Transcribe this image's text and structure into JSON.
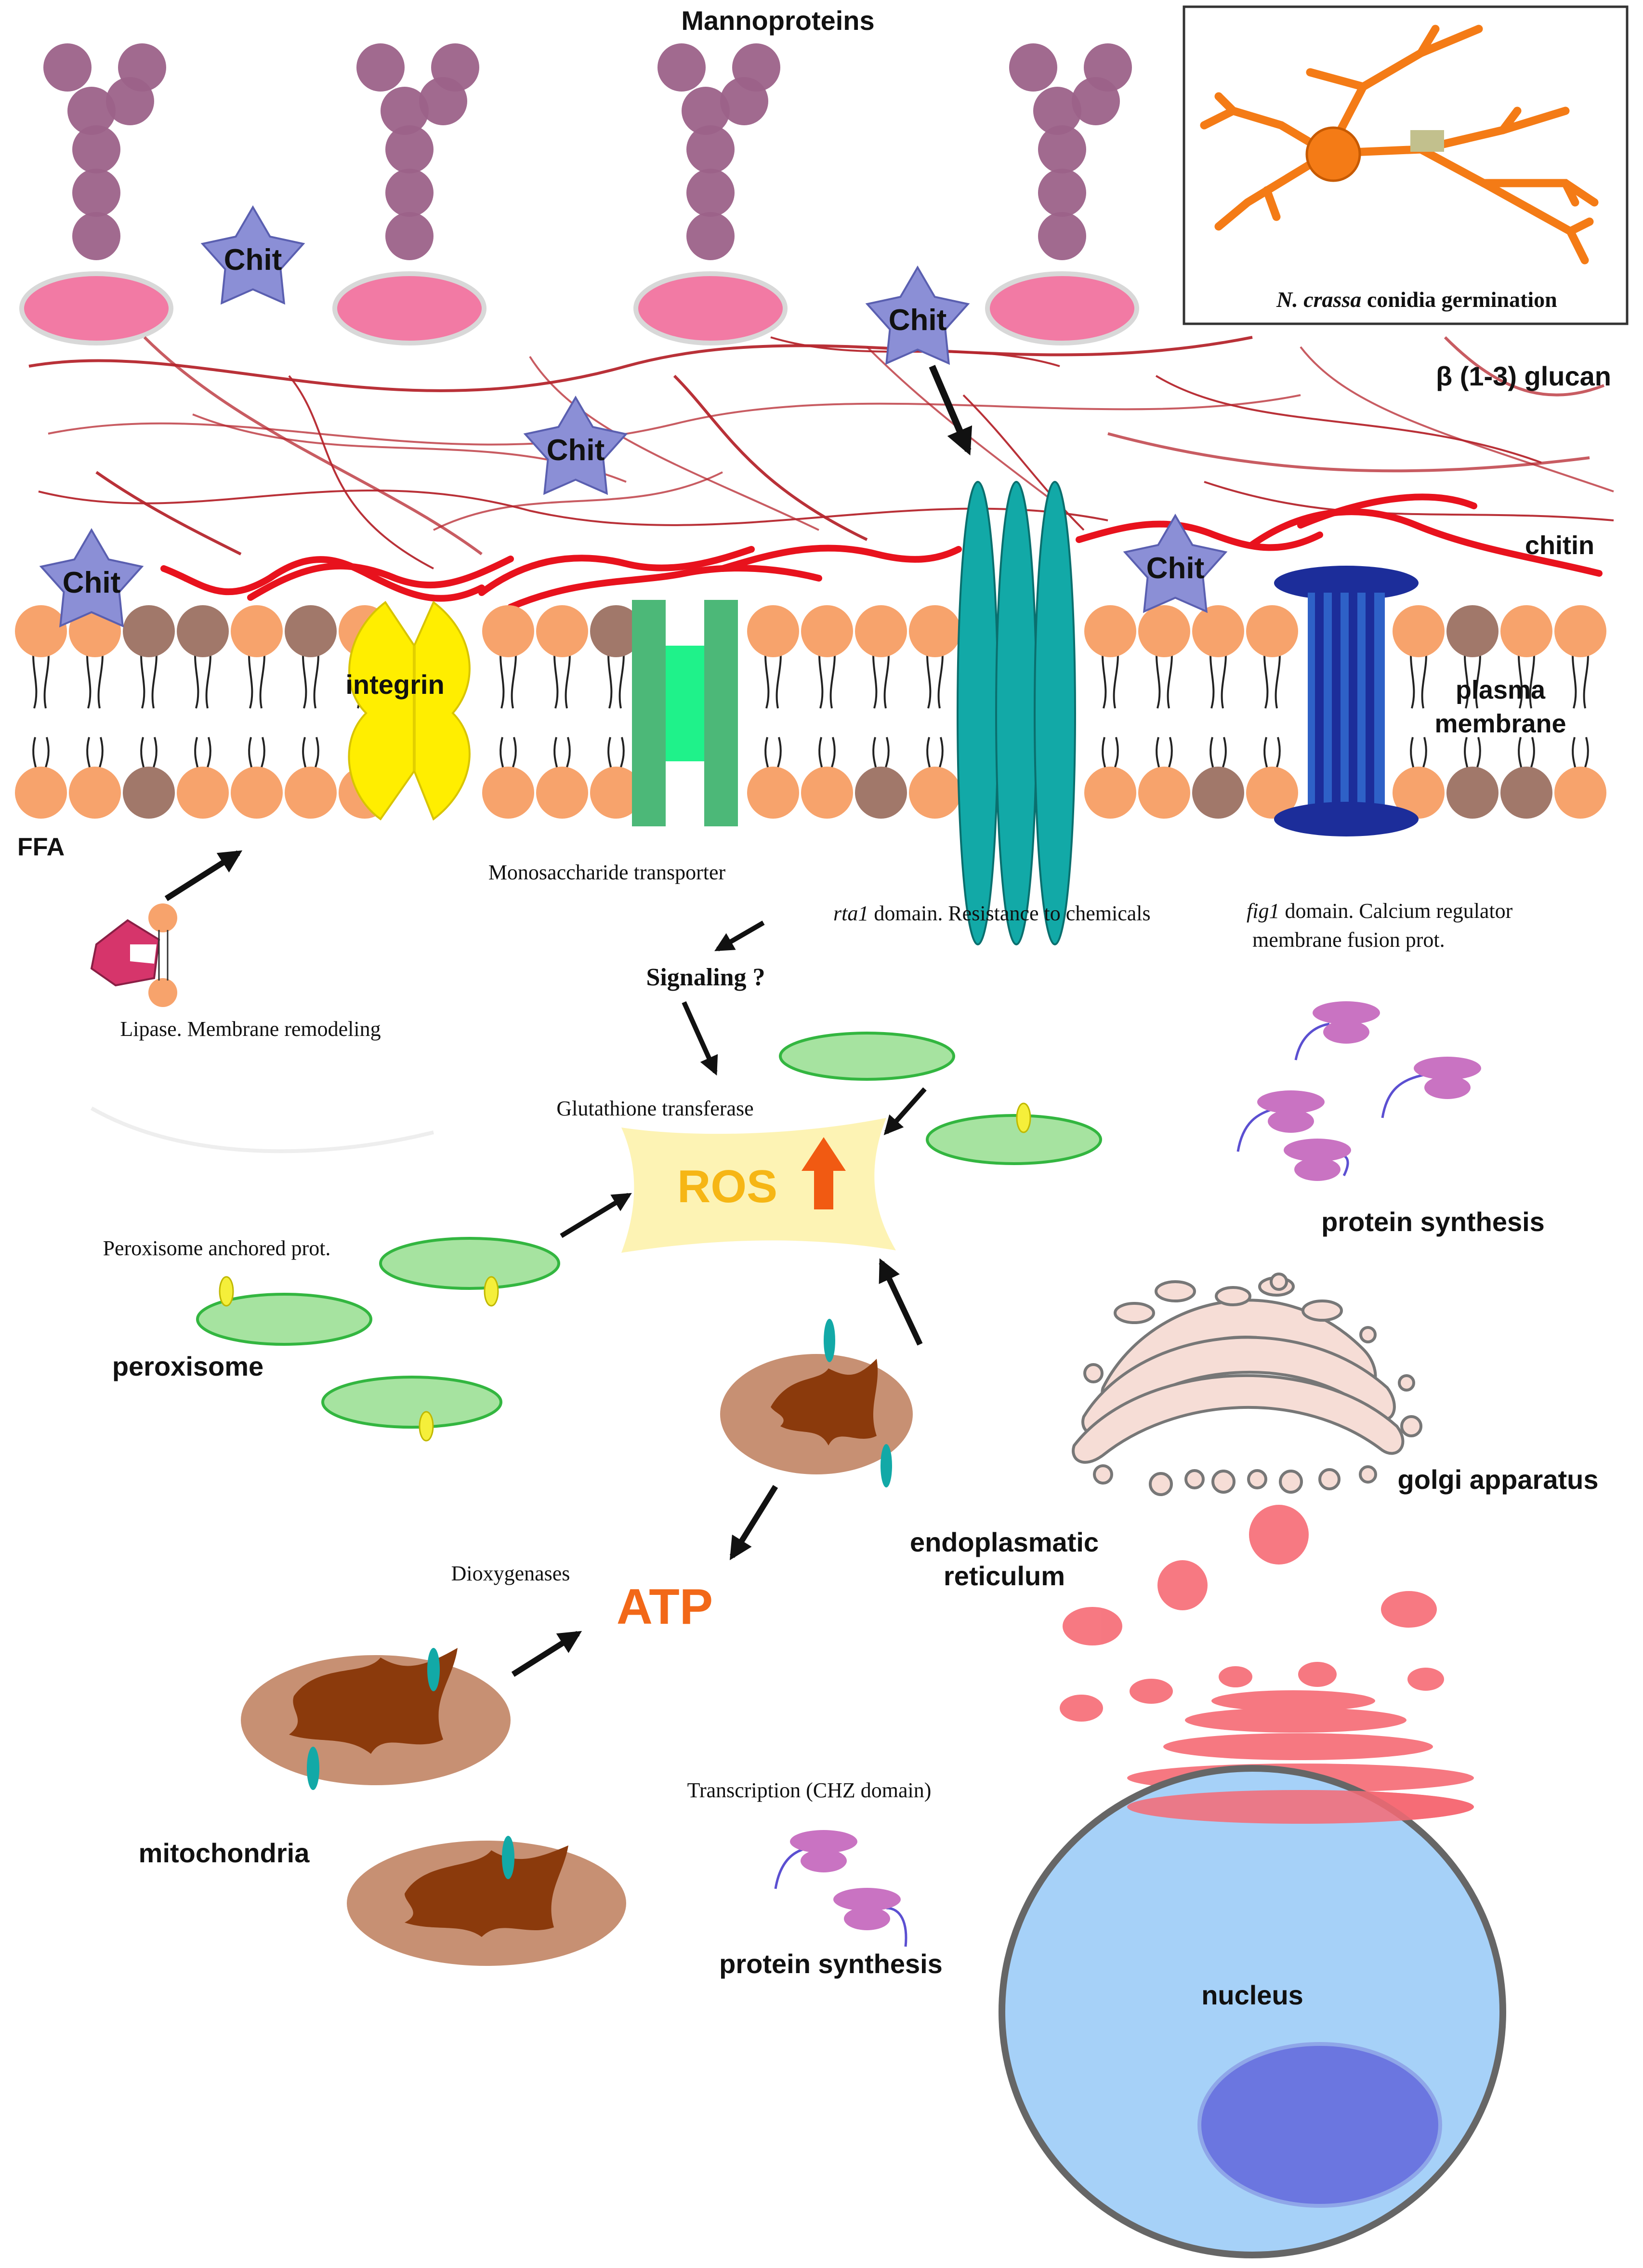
{
  "labels": {
    "mannoproteins": "Mannoproteins",
    "chit": "Chit",
    "glucan": "β (1-3) glucan",
    "chitin": "chitin",
    "plasma_membrane_1": "plasma",
    "plasma_membrane_2": "membrane",
    "integrin": "integrin",
    "ffa": "FFA",
    "monosaccharide_transporter": "Monosaccharide transporter",
    "rta1_italic": "rta1",
    "rta1_rest": " domain. Resistance to chemicals",
    "fig1_italic": "fig1",
    "fig1_rest": " domain. Calcium regulator",
    "fig1_line2": "membrane fusion prot.",
    "signaling": "Signaling ?",
    "lipase": "Lipase. Membrane remodeling",
    "glutathione": "Glutathione transferase",
    "ros": "ROS",
    "peroxisome_anchored": "Peroxisome anchored prot.",
    "peroxisome": "peroxisome",
    "protein_synthesis_top": "protein synthesis",
    "golgi": "golgi apparatus",
    "er_1": "endoplasmatic",
    "er_2": "reticulum",
    "dioxygenases": "Dioxygenases",
    "atp": "ATP",
    "mitochondria": "mitochondria",
    "transcription": "Transcription (CHZ domain)",
    "protein_synthesis_bottom": "protein synthesis",
    "nucleus": "nucleus"
  },
  "inset": {
    "caption_italic": "N. crassa",
    "caption_rest": " conidia germination"
  },
  "colors": {
    "mannoprotein": "#9c6289",
    "mannoprotein_base": "#f27aa4",
    "chit_star": "#8b8fd6",
    "glucan": "#b5262d",
    "lipid_head": "#f7a36c",
    "lipid_head_dark": "#a1786a",
    "integrin": "#ffee00",
    "transporter": "#4cb878",
    "transporter_core": "#1ff28a",
    "rta1": "#12a9a7",
    "fig1": "#1c2d9a",
    "peroxisome": "#a6e3a0",
    "peroxisome_edge": "#33b640",
    "ros_bg": "#fdf3b4",
    "ros_text": "#f6b615",
    "ros_arrow": "#f15a12",
    "atp": "#f26818",
    "mitochondrion": "#c79073",
    "cristae": "#8b3a0c",
    "ribosome": "#c973c2",
    "mrna": "#5b4fd1",
    "golgi": "#f6ddd6",
    "vesicle": "#f66a74",
    "nucleus": "#a6d1f8",
    "nucleolus": "#6b76e0",
    "fungus": "#f47b16",
    "inset_patch": "#c2c08d"
  }
}
